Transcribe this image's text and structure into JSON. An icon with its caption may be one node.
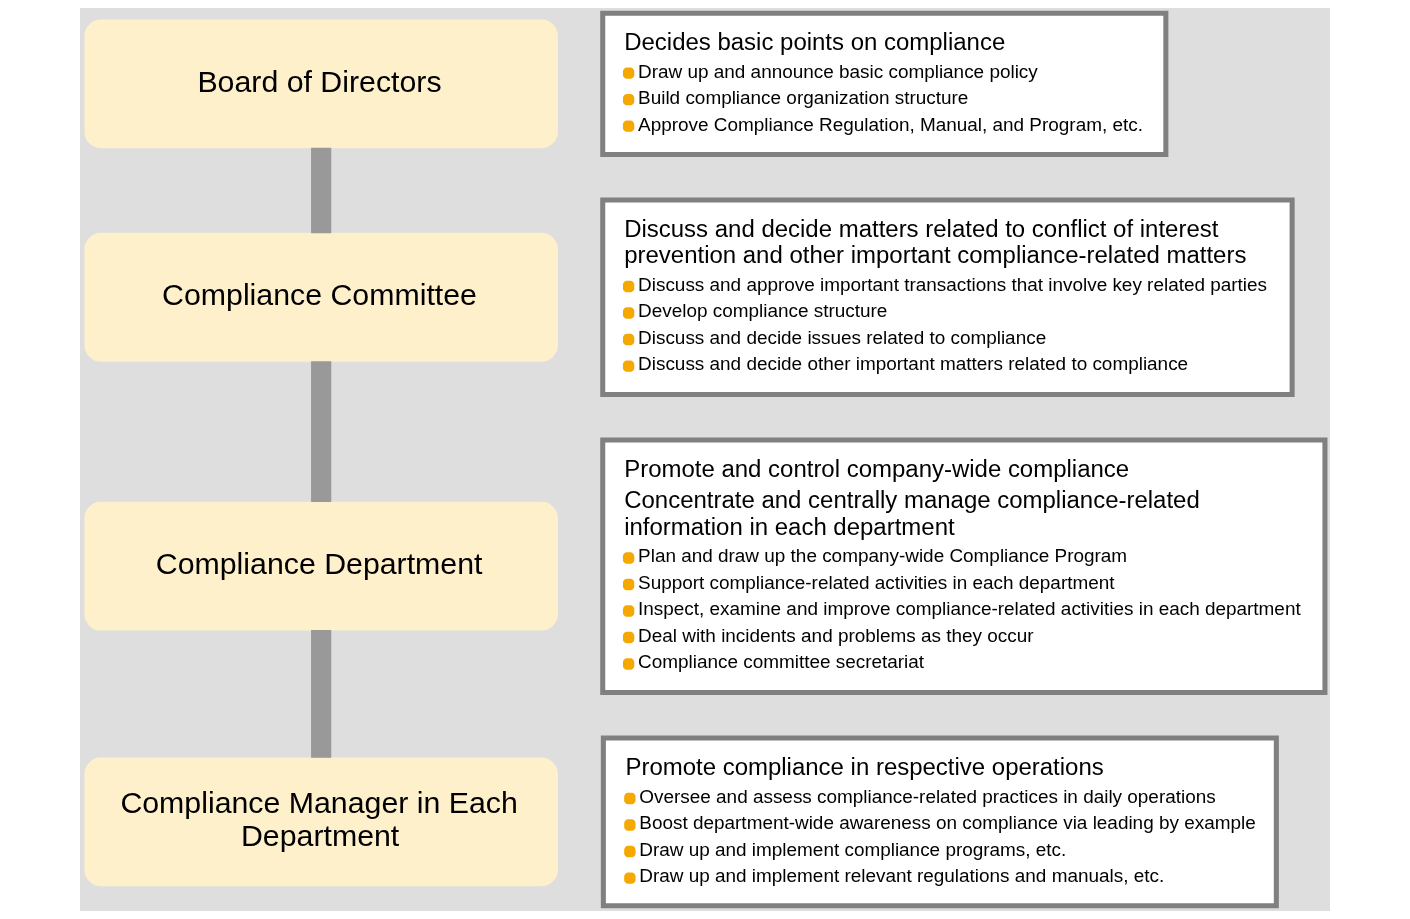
{
  "diagram": {
    "nodes": [
      {
        "text": [
          "Board of Directors"
        ]
      },
      {
        "text": [
          "Compliance Committee"
        ]
      },
      {
        "text": [
          "Compliance Department"
        ]
      },
      {
        "text": [
          "Compliance Manager in Each Department"
        ]
      },
      {
        "text": [
          "Decides basic points on compliance",
          "Draw up and announce basic compliance policy",
          "Build compliance organization structure",
          "Approve Compliance Regulation, Manual, and Program, etc."
        ]
      },
      {
        "text": [
          "Discuss and decide matters related to conflict of interest prevention and other important compliance-related matters",
          "Discuss and approve important transactions that involve key related parties",
          "Develop compliance structure",
          "Discuss and decide issues related to compliance",
          "Discuss and decide other important matters related to compliance"
        ]
      },
      {
        "text": [
          "Promote and control company-wide compliance",
          "Concentrate and centrally manage compliance-related information in each department",
          "Plan and draw up the company-wide Compliance Program",
          "Support compliance-related activities in each department",
          "Inspect, examine and improve compliance-related activities in each department",
          "Deal with incidents and problems as they occur",
          "Compliance committee secretariat"
        ]
      },
      {
        "text": [
          "Promote compliance in respective operations",
          "Oversee and assess compliance-related practices in daily operations",
          "Boost department-wide awareness on compliance via leading by example",
          "Draw up and implement compliance programs, etc.",
          "Draw up and implement relevant regulations and manuals, etc."
        ]
      }
    ],
    "edges": [
      {
        "from": 0,
        "to": 1,
        "arrow": "none"
      },
      {
        "from": 1,
        "to": 2,
        "arrow": "none"
      },
      {
        "from": 2,
        "to": 3,
        "arrow": "none"
      }
    ]
  }
}
